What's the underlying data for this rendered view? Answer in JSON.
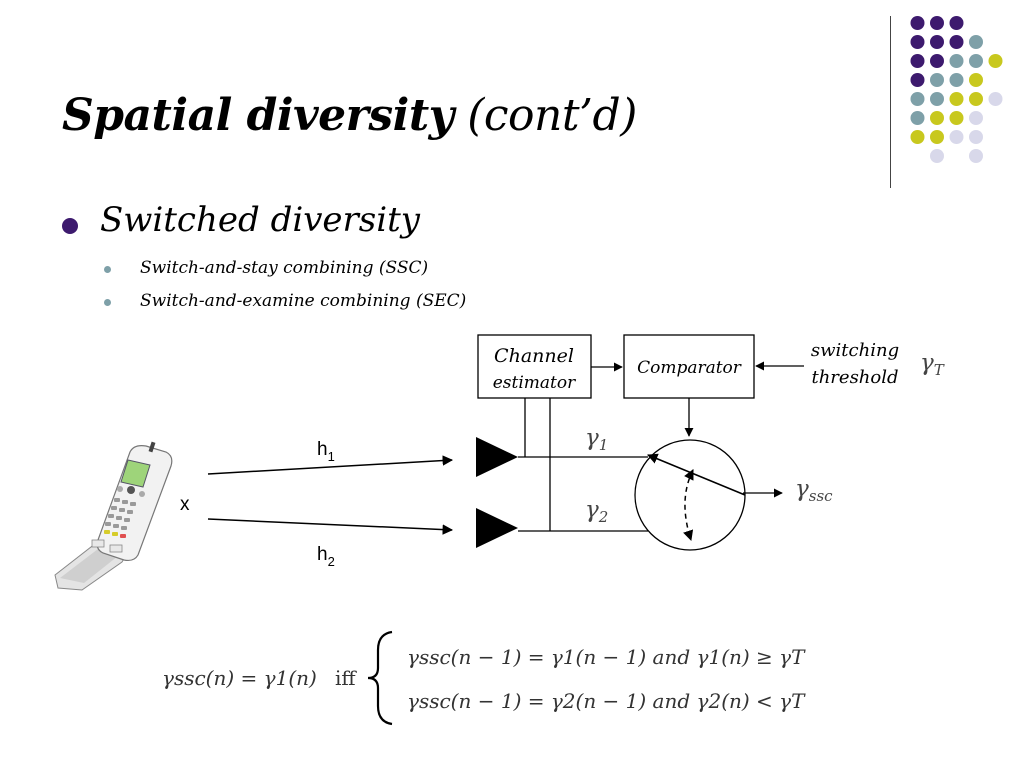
{
  "slide": {
    "title_bold": "Spatial diversity",
    "title_rest": "(cont’d)"
  },
  "bullets": {
    "main": "Switched diversity",
    "sub": [
      "Switch-and-stay combining (SSC)",
      "Switch-and-examine combining (SEC)"
    ]
  },
  "diagram": {
    "channel_estimator_line1": "Channel",
    "channel_estimator_line2": "estimator",
    "comparator": "Comparator",
    "switching_line1": "switching",
    "switching_line2": "threshold",
    "gamma_T_base": "γ",
    "gamma_T_sub": "T",
    "x_label": "x",
    "h1_base": "h",
    "h1_sub": "1",
    "h2_base": "h",
    "h2_sub": "2",
    "gamma1_base": "γ",
    "gamma1_sub": "1",
    "gamma2_base": "γ",
    "gamma2_sub": "2",
    "gamma_ssc_base": "γ",
    "gamma_ssc_sub": "ssc"
  },
  "formula": {
    "lhs": "γssc(n) = γ1(n)",
    "iff": "iff",
    "case1": "γssc(n − 1) = γ1(n − 1) and γ1(n) ≥ γT",
    "case2": "γssc(n − 1) = γ2(n − 1) and γ2(n) < γT"
  },
  "colors": {
    "purple": "#3d1a6e",
    "teal": "#7ea0a8",
    "yellow": "#c8c81e",
    "lavender": "#d8d8ea"
  }
}
